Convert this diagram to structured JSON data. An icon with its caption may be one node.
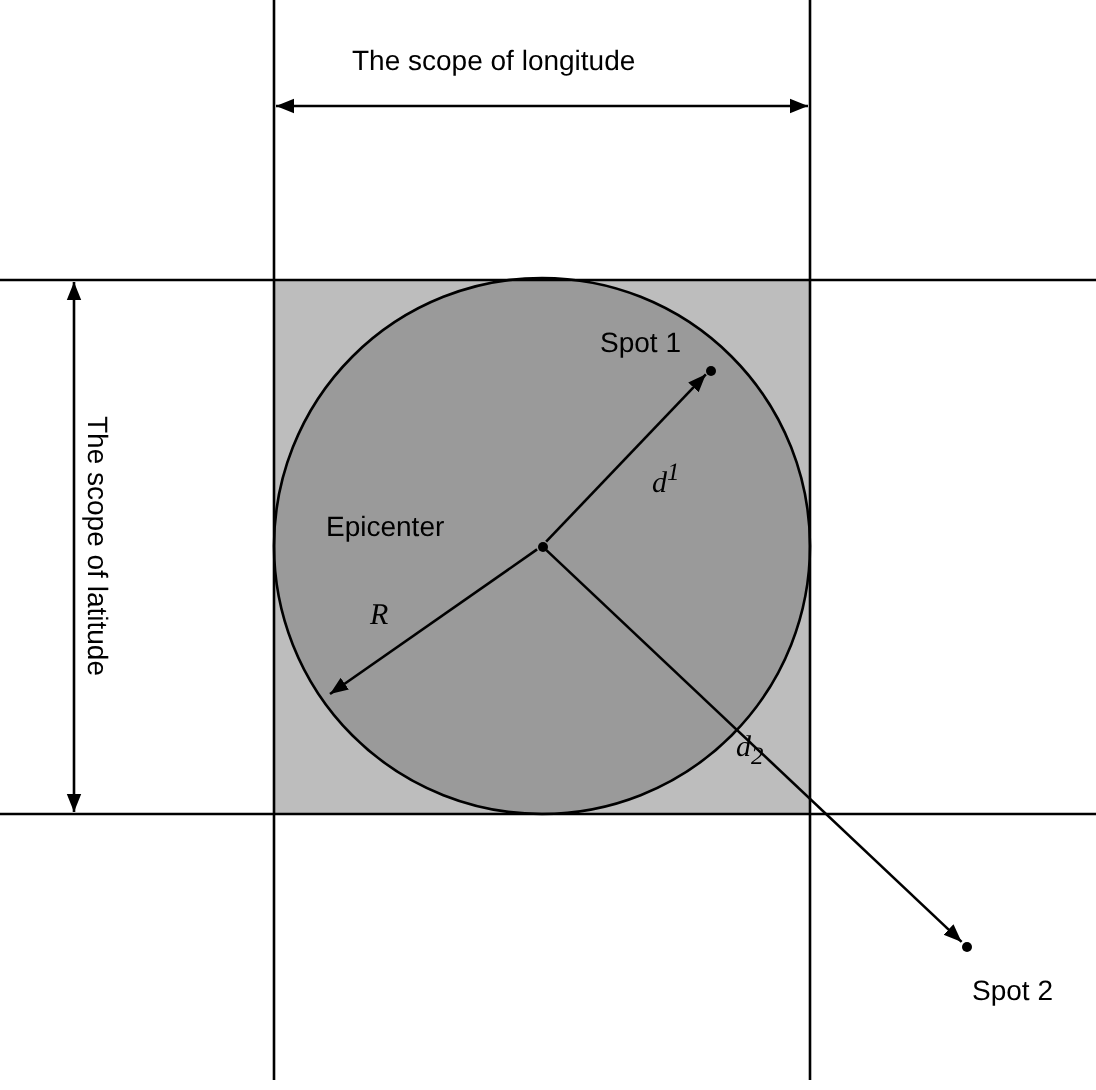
{
  "diagram": {
    "nodes": [
      {
        "text": [
          "Epicenter"
        ]
      },
      {
        "text": [
          "Spot 1"
        ]
      },
      {
        "text": [
          "Spot 2"
        ]
      }
    ],
    "edges": [
      {
        "from": 0,
        "to": 1,
        "arrow": "to",
        "label": "*d*$^{1}$"
      },
      {
        "from": 0,
        "to": 2,
        "arrow": "to",
        "label": "*d*$_{2}$"
      },
      {
        "from": 0,
        "to": null,
        "arrow": "to",
        "label": "R"
      }
    ],
    "labels": [
      "The scope of longitude",
      "The scope of latitude"
    ]
  }
}
